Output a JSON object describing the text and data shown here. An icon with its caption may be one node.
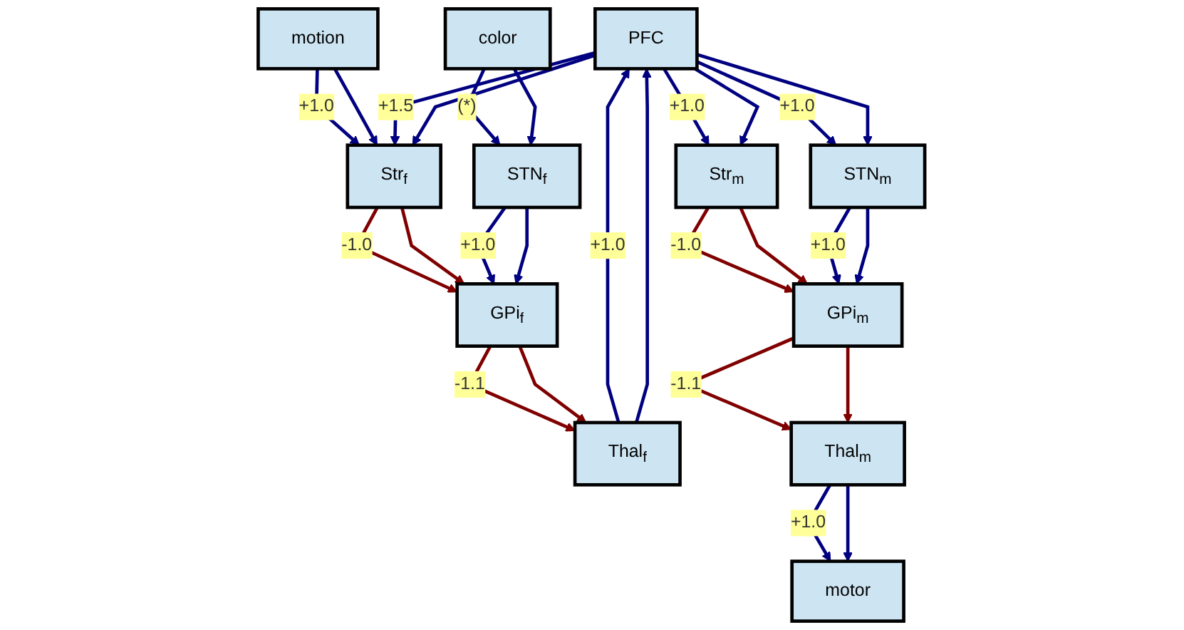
{
  "diagram": {
    "nodes": [
      {
        "text": [
          "motion"
        ]
      },
      {
        "text": [
          "color"
        ]
      },
      {
        "text": [
          "PFC"
        ]
      },
      {
        "text": [
          "motor"
        ]
      },
      {
        "text": [
          "Str$_{f}$"
        ]
      },
      {
        "text": [
          "STN$_{f}$"
        ]
      },
      {
        "text": [
          "Str$_{m}$"
        ]
      },
      {
        "text": [
          "STN$_{m}$"
        ]
      },
      {
        "text": [
          "GPi$_{f}$"
        ]
      },
      {
        "text": [
          "GPi$_{m}$"
        ]
      },
      {
        "text": [
          "Thal$_{f}$"
        ]
      },
      {
        "text": [
          "Thal$_{m}$"
        ]
      }
    ],
    "edges": [
      {
        "from": 0,
        "to": 4,
        "arrow": "to",
        "label": "+1.0"
      },
      {
        "from": 0,
        "to": 4,
        "arrow": "to"
      },
      {
        "from": 1,
        "to": 5,
        "arrow": "to",
        "label": "(*)"
      },
      {
        "from": 1,
        "to": 5,
        "arrow": "to"
      },
      {
        "from": 2,
        "to": 4,
        "arrow": "to",
        "label": "+1.5"
      },
      {
        "from": 2,
        "to": 4,
        "arrow": "to"
      },
      {
        "from": 2,
        "to": 6,
        "arrow": "to",
        "label": "+1.0"
      },
      {
        "from": 2,
        "to": 6,
        "arrow": "to"
      },
      {
        "from": 2,
        "to": 7,
        "arrow": "to",
        "label": "+1.0"
      },
      {
        "from": 2,
        "to": 7,
        "arrow": "to"
      },
      {
        "from": 4,
        "to": 8,
        "arrow": "to",
        "label": "-1.0",
        "color": "#800000"
      },
      {
        "from": 4,
        "to": 8,
        "arrow": "to",
        "color": "#800000"
      },
      {
        "from": 5,
        "to": 8,
        "arrow": "to",
        "label": "+1.0"
      },
      {
        "from": 5,
        "to": 8,
        "arrow": "to"
      },
      {
        "from": 6,
        "to": 9,
        "arrow": "to",
        "label": "-1.0",
        "color": "#800000"
      },
      {
        "from": 6,
        "to": 9,
        "arrow": "to",
        "color": "#800000"
      },
      {
        "from": 7,
        "to": 9,
        "arrow": "to",
        "label": "+1.0"
      },
      {
        "from": 7,
        "to": 9,
        "arrow": "to"
      },
      {
        "from": 8,
        "to": 10,
        "arrow": "to",
        "label": "-1.1",
        "color": "#800000"
      },
      {
        "from": 8,
        "to": 10,
        "arrow": "to",
        "color": "#800000"
      },
      {
        "from": 9,
        "to": 11,
        "arrow": "to",
        "label": "-1.1",
        "color": "#800000"
      },
      {
        "from": 9,
        "to": 11,
        "arrow": "to",
        "color": "#800000"
      },
      {
        "from": 10,
        "to": 2,
        "arrow": "to",
        "label": "+1.0"
      },
      {
        "from": 10,
        "to": 2,
        "arrow": "to"
      },
      {
        "from": 11,
        "to": 3,
        "arrow": "to",
        "label": "+1.0"
      },
      {
        "from": 11,
        "to": 3,
        "arrow": "to"
      }
    ]
  }
}
